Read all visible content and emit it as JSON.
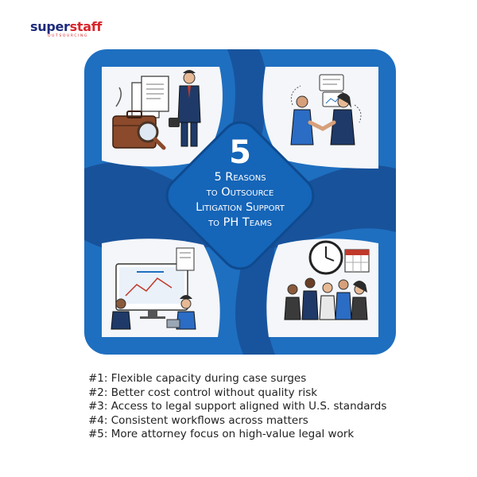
{
  "logo": {
    "brand_part1": "super",
    "brand_part2": "staff",
    "tagline": "OUTSOURCING"
  },
  "infographic": {
    "big_number": "5",
    "title_lines": [
      "5 Reasons",
      "to Outsource",
      "Litigation Support",
      "to PH Teams"
    ]
  },
  "reasons": [
    "#1: Flexible capacity during case surges",
    "#2: Better cost control without quality risk",
    "#3: Access to legal support aligned with U.S. standards",
    "#4: Consistent workflows across matters",
    "#5: More attorney focus on high-value legal work"
  ],
  "colors": {
    "brand_navy": "#1d2a7c",
    "brand_red": "#d9252b",
    "panel_blue": "#1e6fc0",
    "panel_dark": "#174e94",
    "diamond_blue": "#1565b8"
  }
}
